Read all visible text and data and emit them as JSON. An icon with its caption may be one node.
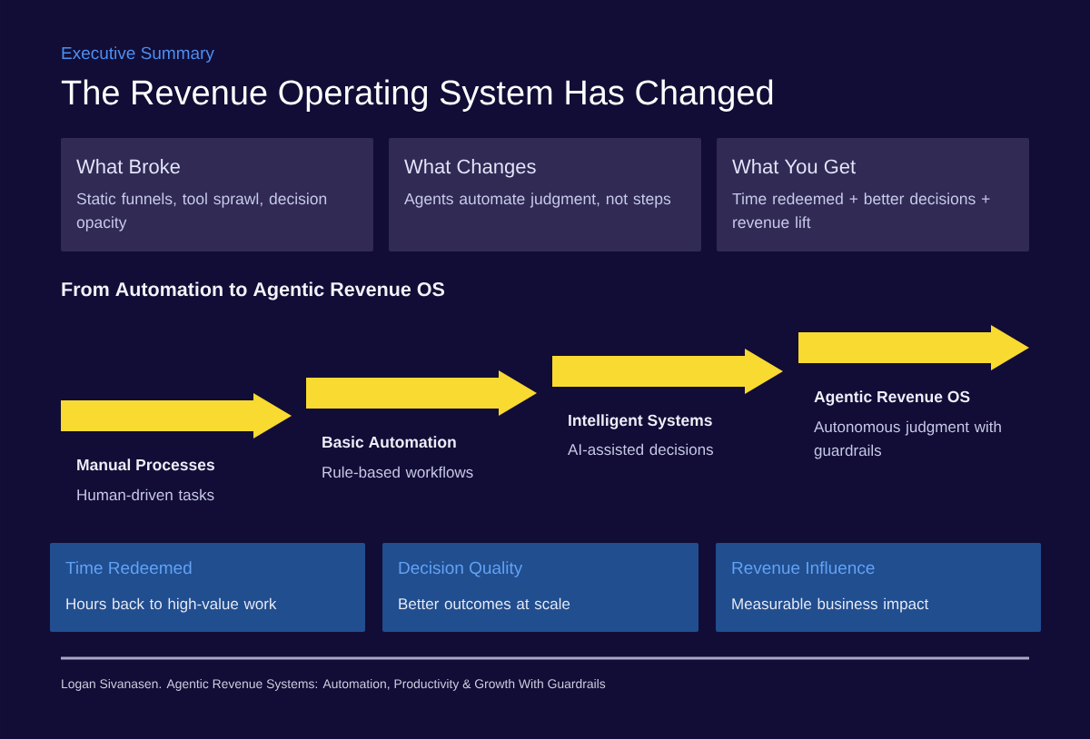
{
  "diagram": {
    "title": "The Revenue Operating System Has Changed",
    "caption": "Logan Sivanasen. Agentic Revenue Systems: Automation, Productivity & Growth With Guardrails",
    "nodes": [
      {
        "text": [
          "What Broke",
          "Static funnels, tool sprawl, decision opacity"
        ]
      },
      {
        "text": [
          "What Changes",
          "Agents automate judgment, not steps"
        ]
      },
      {
        "text": [
          "What You Get",
          "Time redeemed + better decisions + revenue lift"
        ]
      },
      {
        "text": [
          "Manual Processes",
          "Human-driven tasks"
        ]
      },
      {
        "text": [
          "Basic Automation",
          "Rule-based workflows"
        ]
      },
      {
        "text": [
          "Intelligent Systems",
          "AI-assisted decisions"
        ]
      },
      {
        "text": [
          "Agentic Revenue OS",
          "Autonomous judgment with guardrails"
        ]
      },
      {
        "text": [
          "Time Redeemed",
          "Hours back to high-value work"
        ]
      },
      {
        "text": [
          "Decision Quality",
          "Better outcomes at scale"
        ]
      },
      {
        "text": [
          "Revenue Influence",
          "Measurable business impact"
        ]
      }
    ],
    "labels": [
      "Executive Summary",
      "From Automation to Agentic Revenue OS"
    ]
  }
}
